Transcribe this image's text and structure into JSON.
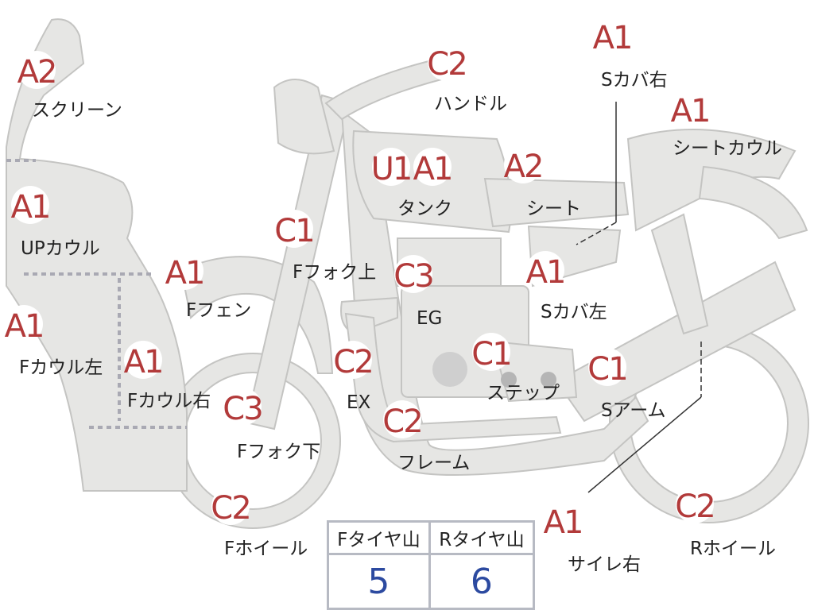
{
  "labels": {
    "screen": "スクリーン",
    "up_cowl": "UPカウル",
    "f_cowl_left": "Fカウル左",
    "f_cowl_right": "Fカウル右",
    "f_fender": "Fフェン",
    "f_fork_upper": "Fフォク上",
    "f_fork_lower": "Fフォク下",
    "f_wheel": "Fホイール",
    "handle": "ハンドル",
    "tank": "タンク",
    "seat": "シート",
    "s_cover_right": "Sカバ右",
    "seat_cowl": "シートカウル",
    "s_cover_left": "Sカバ左",
    "eg": "EG",
    "ex": "EX",
    "step": "ステップ",
    "s_arm": "Sアーム",
    "frame": "フレーム",
    "r_wheel": "Rホイール",
    "silencer_right": "サイレ右"
  },
  "grades": {
    "screen": "A2",
    "up_cowl": "A1",
    "f_cowl_left": "A1",
    "f_cowl_right": "A1",
    "f_fender": "A1",
    "f_fork_upper": "C1",
    "f_fork_lower": "C3",
    "f_wheel": "C2",
    "handle": "C2",
    "tank_1": "U1",
    "tank_2": "A1",
    "seat": "A2",
    "s_cover_right": "A1",
    "seat_cowl": "A1",
    "s_cover_left": "A1",
    "eg": "C3",
    "ex": "C2",
    "step": "C1",
    "s_arm": "C1",
    "frame": "C2",
    "r_wheel": "C2",
    "silencer_right": "A1"
  },
  "tread_table": {
    "front_header": "Fタイヤ山",
    "rear_header": "Rタイヤ山",
    "front_value": "5",
    "rear_value": "6"
  },
  "colors": {
    "part_fill": "#e6e6e4",
    "grade_text": "#b23a3a",
    "table_value": "#2c4aa0",
    "dashed_divider": "#a9a9b3"
  }
}
